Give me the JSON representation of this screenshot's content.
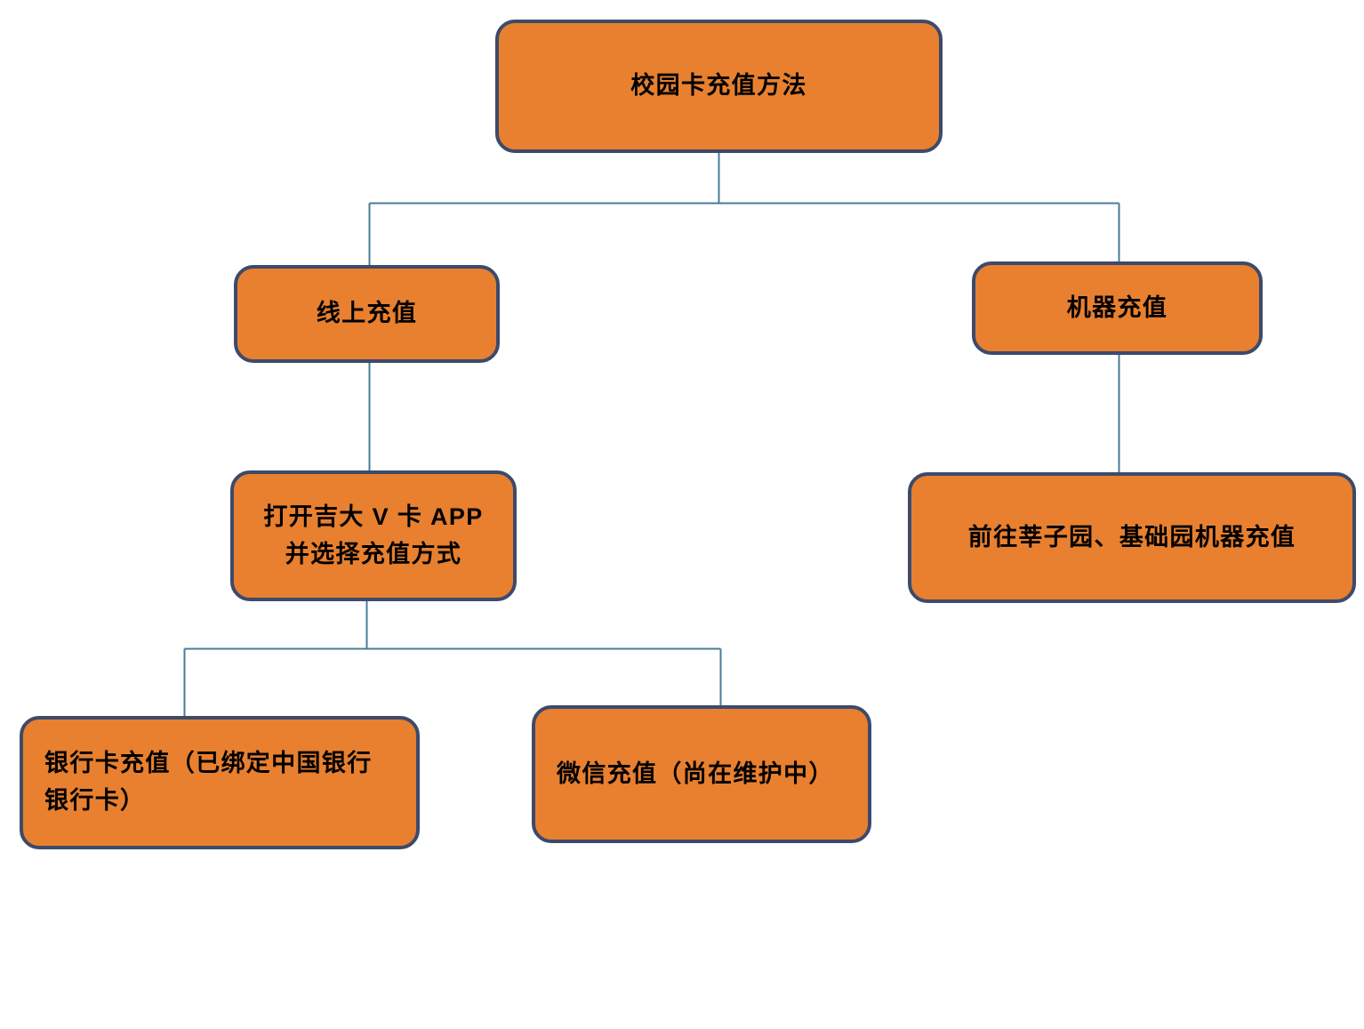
{
  "diagram": {
    "title": "校园卡充值方法",
    "type": "flowchart",
    "orientation": "top-down",
    "colors": {
      "node_fill": "#E8802F",
      "node_border": "#3C4A6B",
      "connector": "#4A7C94",
      "text": "#000000",
      "background": "#FFFFFF"
    },
    "nodes": [
      {
        "id": "root",
        "label": "校园卡充值方法",
        "level": 0
      },
      {
        "id": "online",
        "label": "线上充值",
        "level": 1
      },
      {
        "id": "machine",
        "label": "机器充值",
        "level": 1
      },
      {
        "id": "app",
        "label": "打开吉大 V 卡 APP\n并选择充值方式",
        "level": 2
      },
      {
        "id": "go-machine",
        "label": "前往莘子园、基础园机器充值",
        "level": 2
      },
      {
        "id": "bankcard",
        "label": "银行卡充值（已绑定中国银行银行卡）",
        "level": 3
      },
      {
        "id": "wechat",
        "label": "微信充值（尚在维护中）",
        "level": 3
      }
    ],
    "edges": [
      {
        "from": "root",
        "to": "online"
      },
      {
        "from": "root",
        "to": "machine"
      },
      {
        "from": "online",
        "to": "app"
      },
      {
        "from": "machine",
        "to": "go-machine"
      },
      {
        "from": "app",
        "to": "bankcard"
      },
      {
        "from": "app",
        "to": "wechat"
      }
    ]
  }
}
